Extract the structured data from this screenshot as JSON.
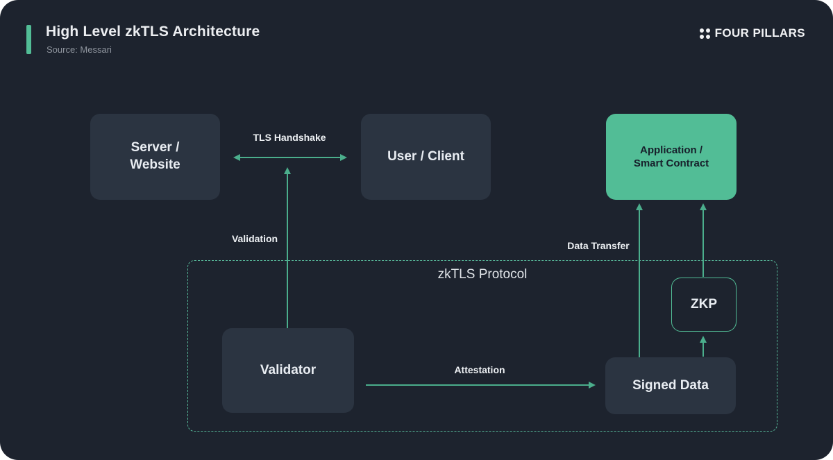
{
  "header": {
    "title": "High Level zkTLS Architecture",
    "source": "Source: Messari",
    "logo_text": "FOUR PILLARS"
  },
  "diagram": {
    "protocol_container_label": "zkTLS Protocol",
    "nodes": {
      "server": "Server / Website",
      "user": "User / Client",
      "application": "Application / Smart Contract",
      "validator": "Validator",
      "zkp": "ZKP",
      "signed_data": "Signed Data"
    },
    "edges": {
      "tls_handshake": "TLS Handshake",
      "validation": "Validation",
      "attestation": "Attestation",
      "data_transfer": "Data Transfer"
    }
  },
  "colors": {
    "card_background": "#1d232e",
    "node_fill": "#2b3441",
    "accent_green": "#52bd96",
    "arrow_green": "#4bae8c",
    "text_light": "#e9edf2",
    "text_dark_on_green": "#17202b",
    "muted_text": "#8f959e"
  }
}
